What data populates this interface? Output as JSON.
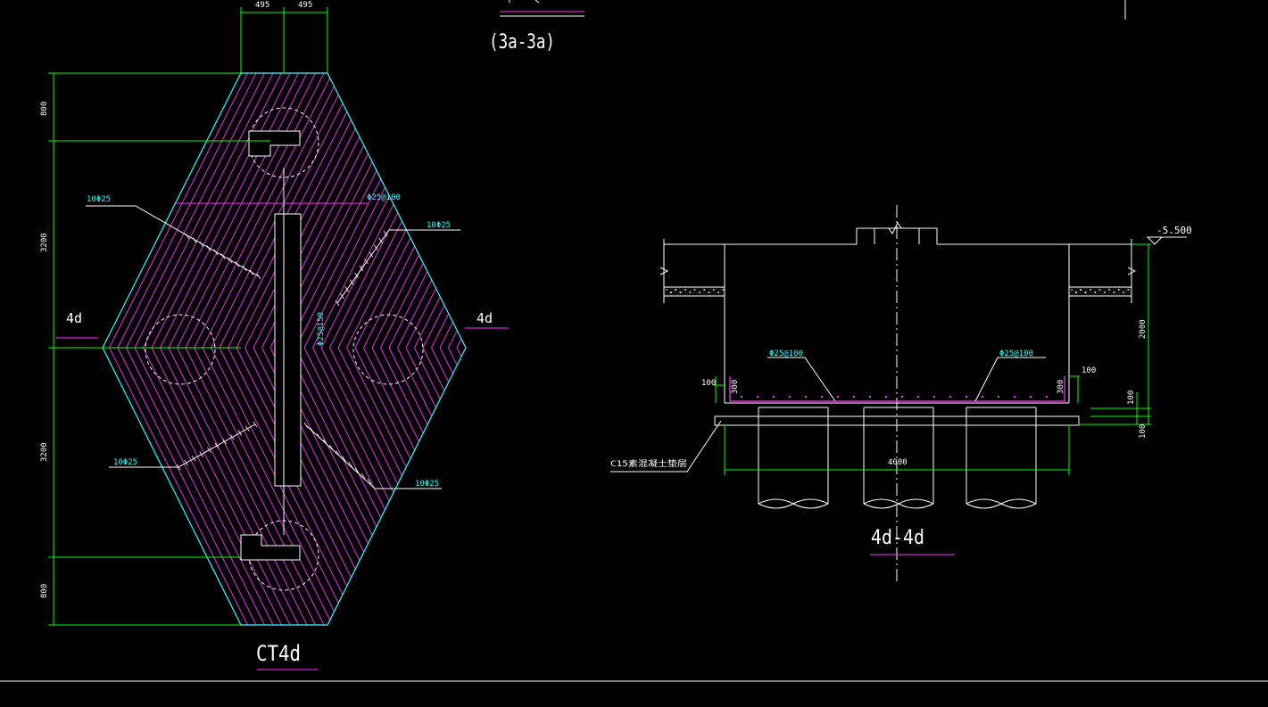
{
  "drawing": {
    "colors": {
      "background": "#000000",
      "outline": "#ffffff",
      "dimension": "#00ff00",
      "foundation_edge": "#33ffff",
      "rebar": "#ff33ff",
      "annotation": "#33ffff"
    },
    "plan_view": {
      "title": "CT4d",
      "top_dims": [
        "495",
        "495"
      ],
      "left_dims": [
        "800",
        "3200",
        "3200",
        "800"
      ],
      "rebar_labels": {
        "upper_left": "10Φ25",
        "upper_right": "10Φ25",
        "lower_left": "10Φ25",
        "lower_right": "10Φ25",
        "top_horizontal": "Φ25@100",
        "center_vertical": "Φ25@150"
      },
      "section_marks": {
        "left": "4d",
        "right": "4d"
      }
    },
    "section_view": {
      "title": "4d-4d",
      "elevation": "-5.500",
      "rebar_left": "Φ25@100",
      "rebar_right": "Φ25@100",
      "depth_dim": "2000",
      "width_dim": "4000",
      "cover_left": "100",
      "cover_right": "100",
      "side_left": "300",
      "side_right": "300",
      "pad_dim_1": "100",
      "pad_dim_2": "100",
      "bedding_label": "C15素混凝土垫层"
    },
    "top_fragment": {
      "title": "(3a-3a)"
    }
  }
}
